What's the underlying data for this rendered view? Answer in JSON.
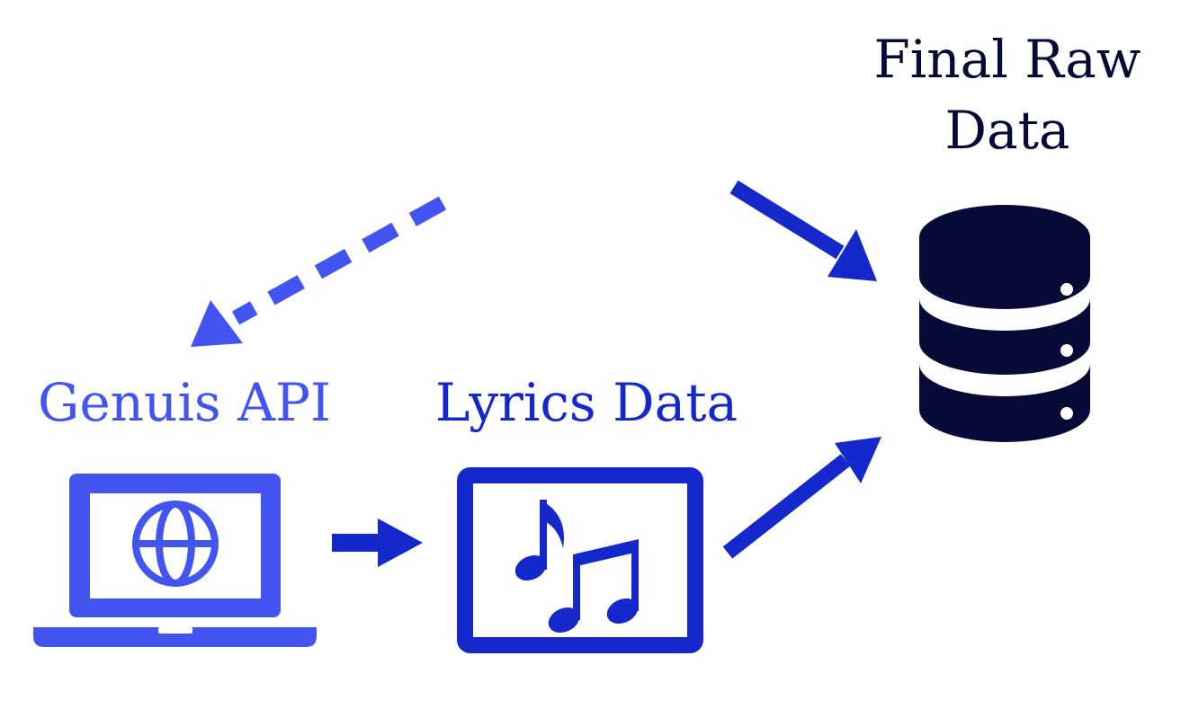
{
  "nodes": {
    "genius_api": {
      "label": "Genuis API"
    },
    "lyrics_data": {
      "label": "Lyrics Data"
    },
    "final_raw_data": {
      "label_line1": "Final Raw",
      "label_line2": "Data"
    }
  },
  "colors": {
    "genius_blue": "#4355f0",
    "lyrics_blue": "#1428cc",
    "database_navy": "#050b36",
    "background": "#ffffff"
  },
  "icons": {
    "genius_api": "laptop-globe-icon",
    "lyrics_data": "music-notes-frame-icon",
    "final_raw_data": "database-icon"
  },
  "edges": [
    {
      "from": "unlabeled-origin",
      "to": "genius_api",
      "style": "dashed"
    },
    {
      "from": "unlabeled-origin",
      "to": "final_raw_data",
      "style": "solid"
    },
    {
      "from": "genius_api",
      "to": "lyrics_data",
      "style": "solid"
    },
    {
      "from": "lyrics_data",
      "to": "final_raw_data",
      "style": "solid"
    }
  ]
}
